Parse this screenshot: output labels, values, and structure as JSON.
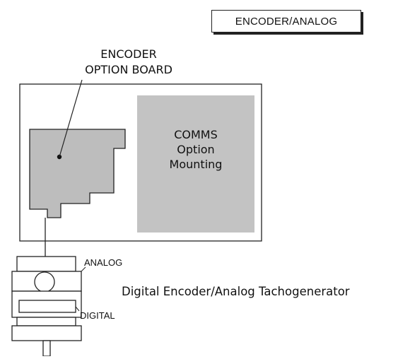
{
  "tag": "ENCODER/ANALOG",
  "board_label": {
    "line1": "ENCODER",
    "line2": "OPTION BOARD"
  },
  "comms_label": {
    "line1": "COMMS",
    "line2": "Option",
    "line3": "Mounting"
  },
  "encoder_labels": {
    "analog": "ANALOG",
    "digital": "DIGITAL",
    "caption": "Digital Encoder/Analog Tachogenerator"
  },
  "colors": {
    "board_fill": "#bdbdbd",
    "comms_fill": "#c3c3c3",
    "stroke": "#222222"
  }
}
